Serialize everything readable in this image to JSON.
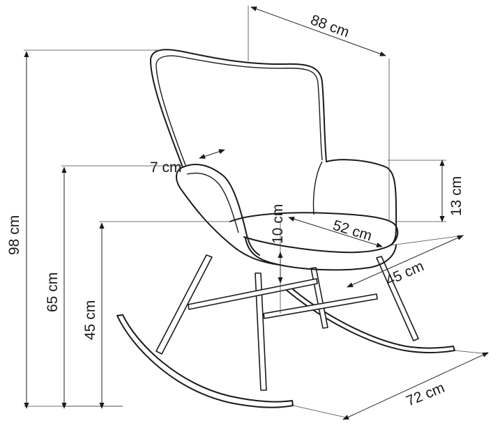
{
  "diagram": {
    "labels": {
      "depth": "88 cm",
      "height_total": "98 cm",
      "height_arm": "65 cm",
      "height_seat": "45 cm",
      "arm_height": "13 cm",
      "arm_width": "7 cm",
      "seat_width": "52 cm",
      "seat_thickness": "10 cm",
      "seat_depth": "45 cm",
      "rocker_length": "72 cm"
    },
    "colors": {
      "line": "#1a1a1a",
      "background": "#ffffff"
    },
    "icons": [
      "arrowhead-icon"
    ]
  }
}
